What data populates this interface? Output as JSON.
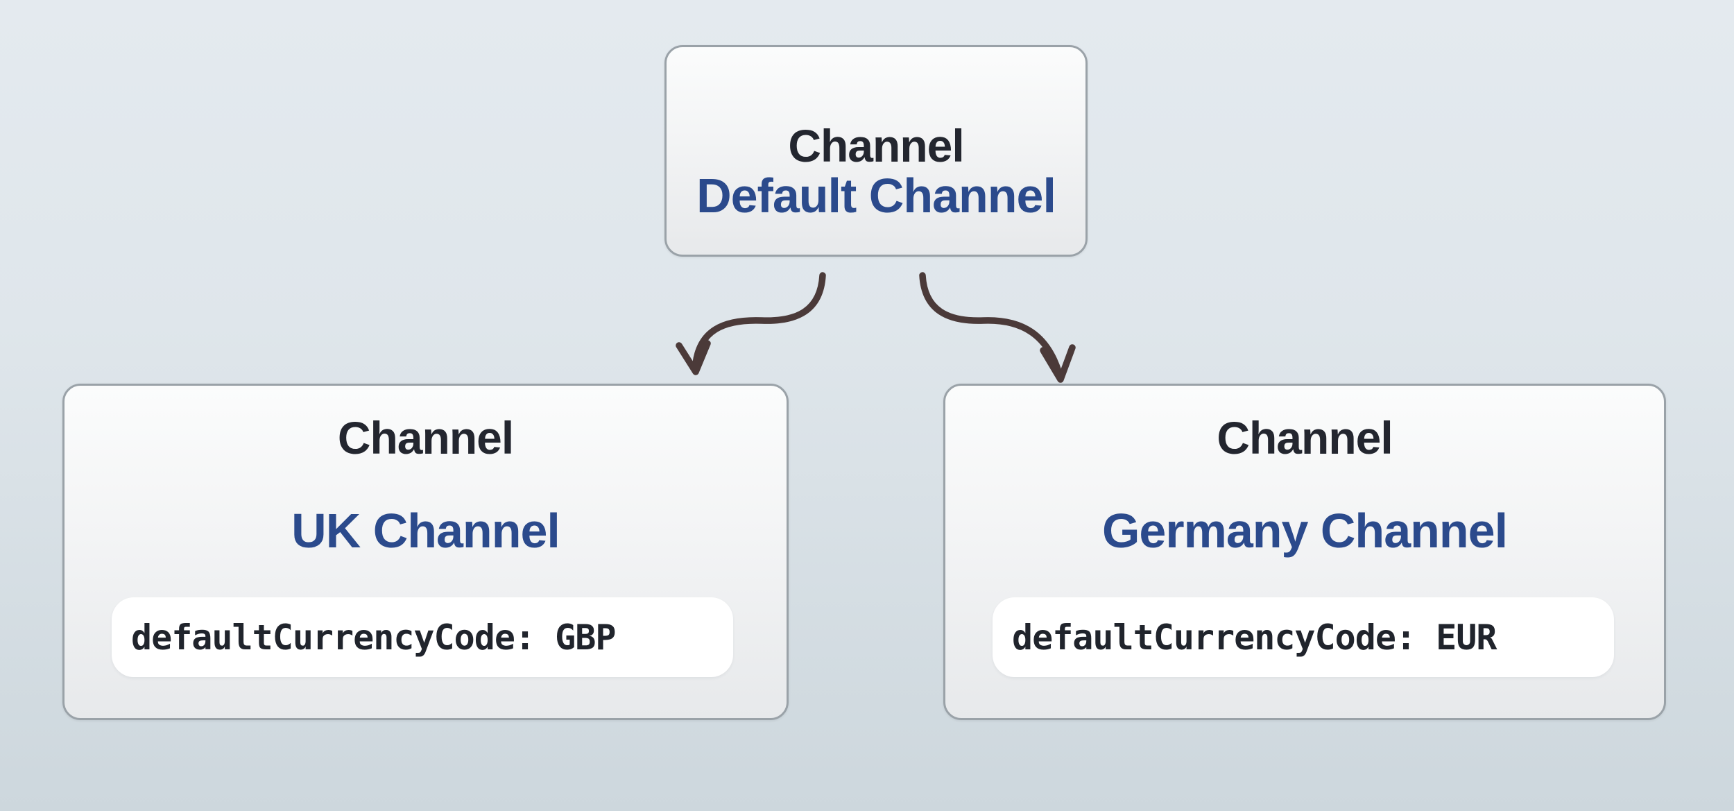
{
  "diagram": {
    "type": "hierarchy",
    "nodes": {
      "root": {
        "type_label": "Channel",
        "name": "Default Channel"
      },
      "uk": {
        "type_label": "Channel",
        "name": "UK Channel",
        "attribute": "defaultCurrencyCode: GBP"
      },
      "germany": {
        "type_label": "Channel",
        "name": "Germany Channel",
        "attribute": "defaultCurrencyCode: EUR"
      }
    },
    "edges": [
      {
        "from": "Default Channel",
        "to": "UK Channel"
      },
      {
        "from": "Default Channel",
        "to": "Germany Channel"
      }
    ],
    "colors": {
      "background_top": "#e4eaef",
      "background_bottom": "#cdd7dd",
      "node_border": "#9aa2a8",
      "node_fill_top": "#fbfcfc",
      "node_fill_bottom": "#e7e9eb",
      "title_text": "#23262f",
      "name_text": "#2b4a8c",
      "attribute_pill": "#ffffff",
      "attribute_text": "#20242c",
      "arrow": "#4b3a39"
    }
  }
}
